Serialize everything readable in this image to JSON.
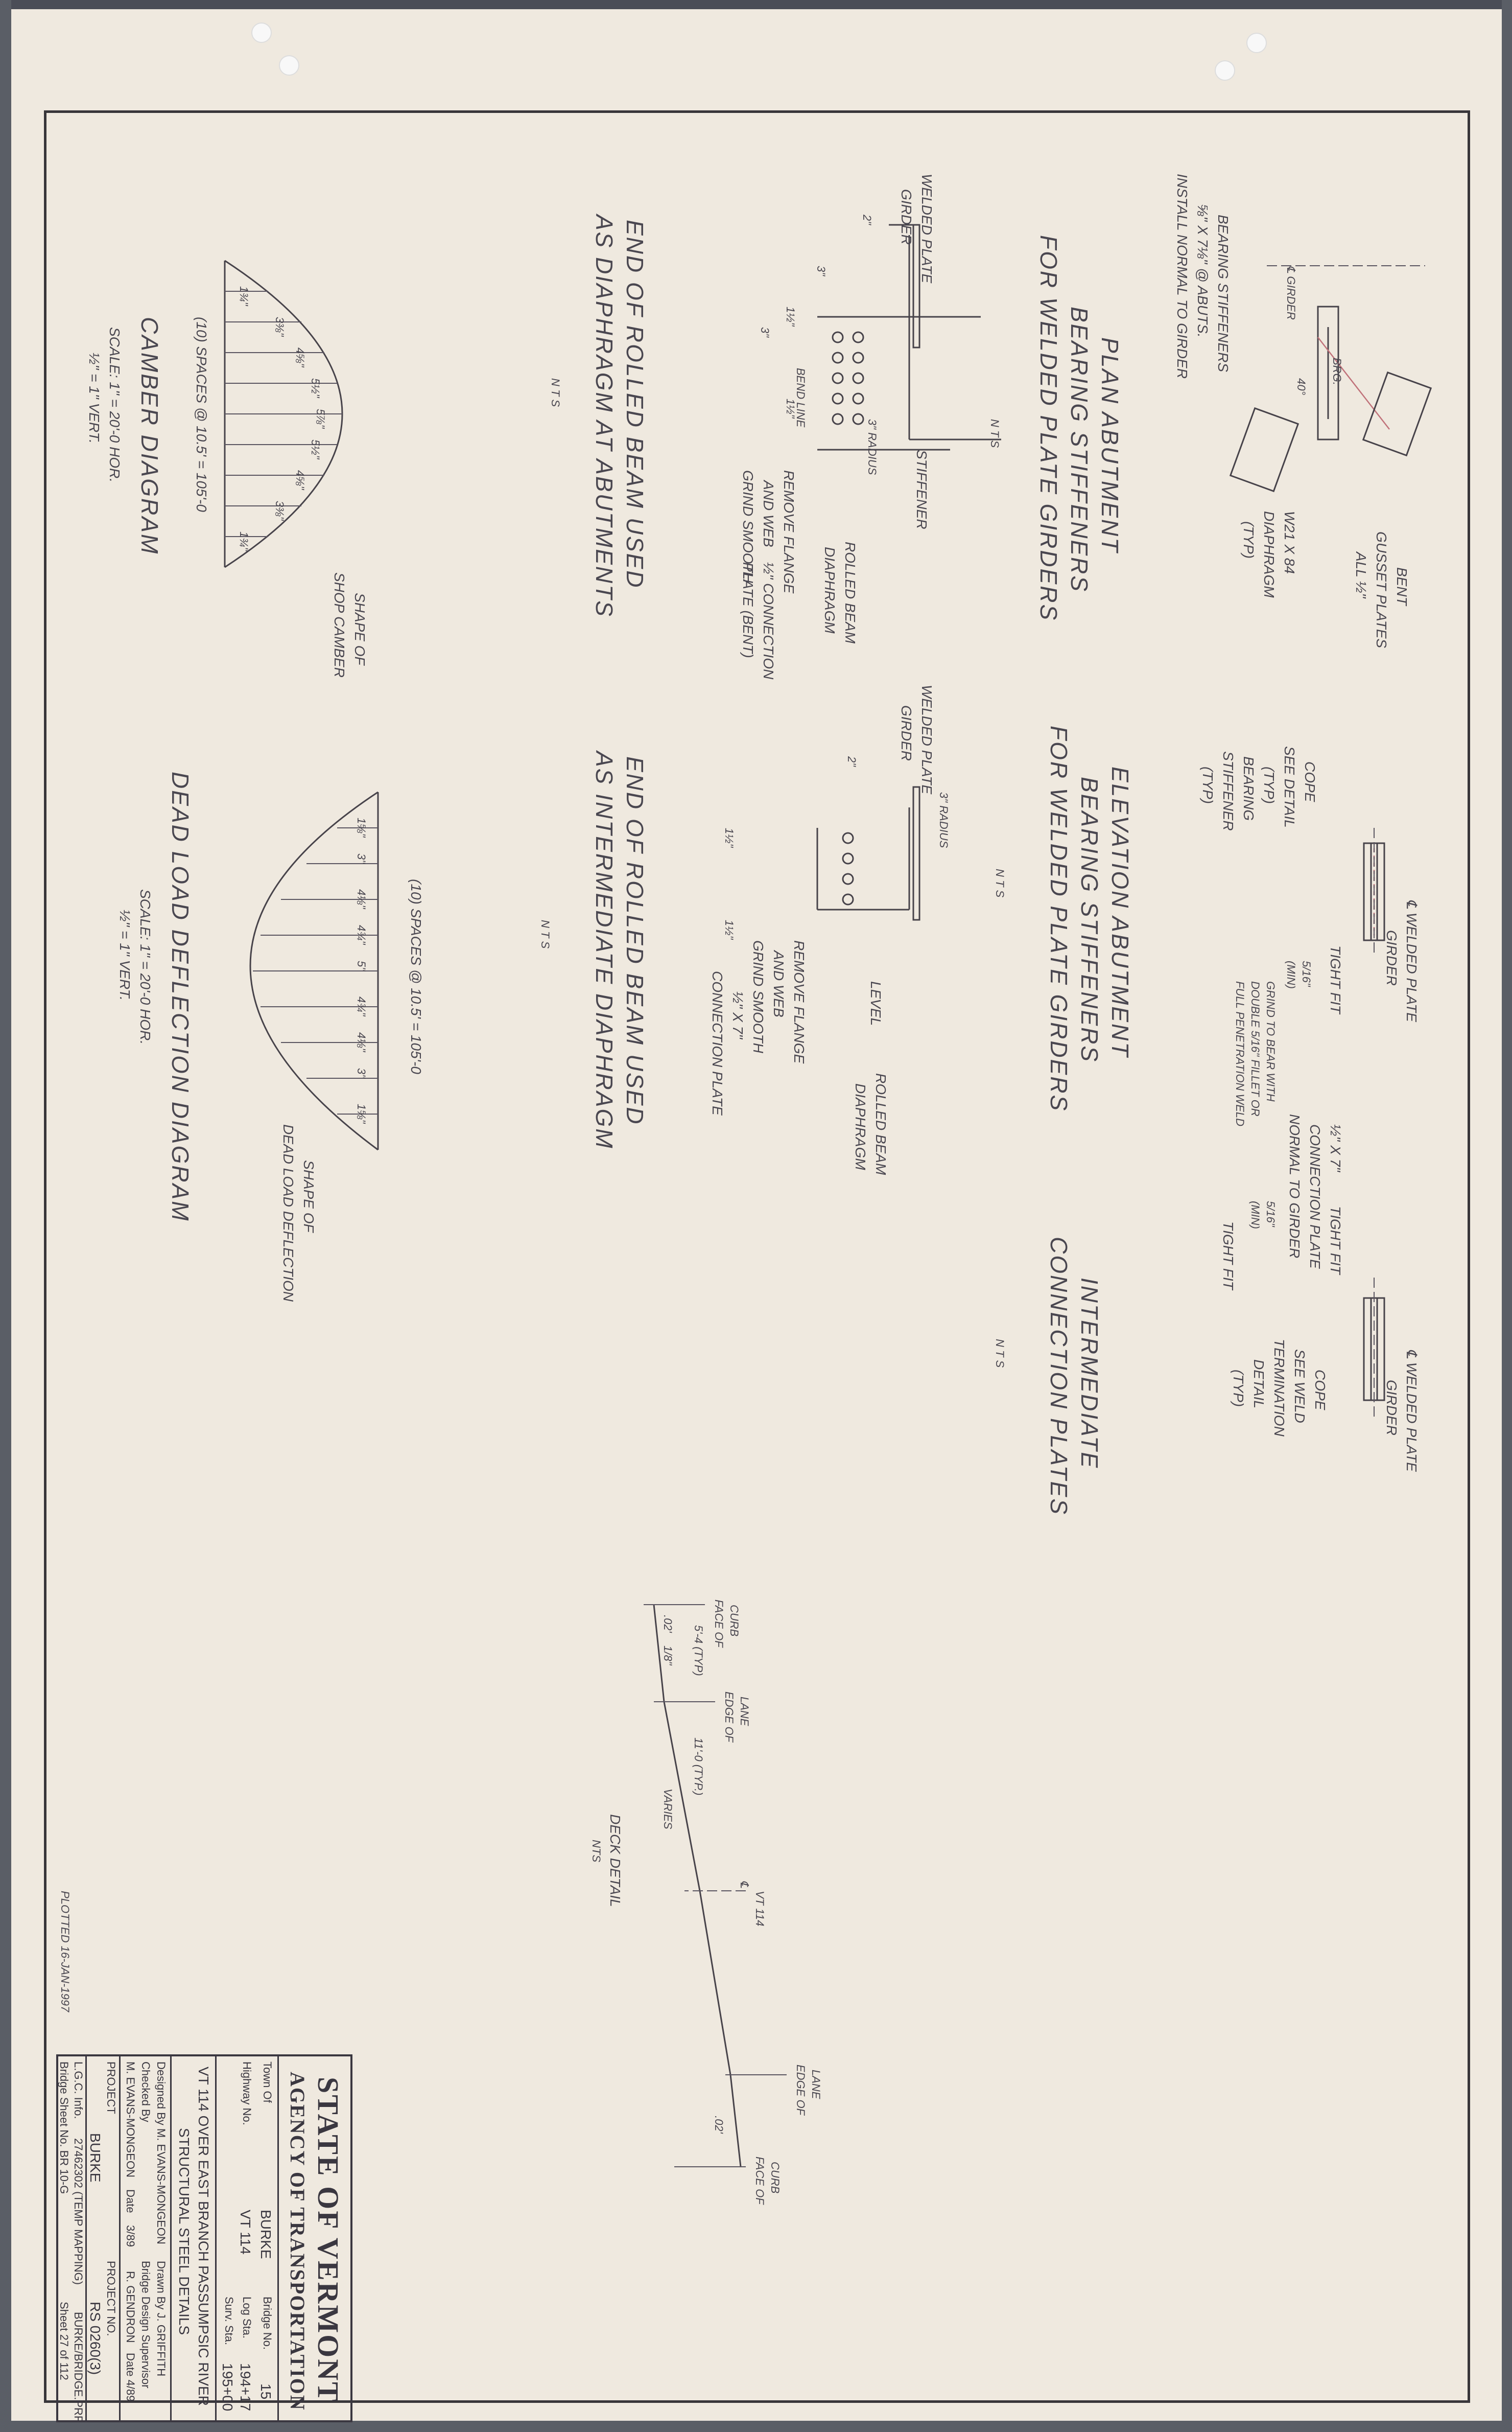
{
  "sheet": {
    "plotted": "PLOTTED 16-JAN-1997"
  },
  "details": {
    "plan_abutment": {
      "title1": "PLAN ABUTMENT",
      "title2": "BEARING STIFFENERS",
      "title3": "FOR WELDED PLATE GIRDERS",
      "nts": "N T S",
      "labels": [
        "BEARING STIFFENERS",
        "⅝\" X 7⅛\" @ ABUTS.",
        "INSTALL NORMAL TO GIRDER",
        "℄ GIRDER",
        "BRG.",
        "40°",
        "BENT",
        "GUSSET PLATES",
        "ALL ½\"",
        "W21 X 84",
        "DIAPHRAGM",
        "(TYP)"
      ]
    },
    "elevation_abutment": {
      "title1": "ELEVATION ABUTMENT",
      "title2": "BEARING STIFFENERS",
      "title3": "FOR WELDED PLATE GIRDERS",
      "nts": "N T S",
      "labels": [
        "COPE",
        "SEE DETAIL",
        "(TYP)",
        "BEARING",
        "STIFFENER",
        "(TYP)",
        "℄ WELDED PLATE",
        "GIRDER",
        "TIGHT FIT",
        "5/16\"",
        "(MIN)",
        "GRIND TO BEAR WITH",
        "DOUBLE 5/16\" FILLET OR",
        "FULL PENETRATION WELD"
      ]
    },
    "intermediate": {
      "title1": "INTERMEDIATE",
      "title2": "CONNECTION PLATES",
      "nts": "N T S",
      "labels": [
        "½\" X 7\"",
        "CONNECTION PLATE",
        "NORMAL TO GIRDER",
        "5/16\"",
        "(MIN)",
        "TIGHT FIT",
        "TIGHT FIT",
        "COPE",
        "SEE WELD",
        "TERMINATION",
        "DETAIL",
        "(TYP)",
        "℄ WELDED PLATE",
        "GIRDER"
      ]
    },
    "end_abutments": {
      "title1": "END OF ROLLED BEAM USED",
      "title2": "AS DIAPHRAGM AT ABUTMENTS",
      "nts": "N T S",
      "labels": [
        "WELDED PLATE",
        "GIRDER",
        "STIFFENER",
        "2\"",
        "3\"",
        "1½\"",
        "1½\"",
        "3\"",
        "BEND LINE",
        "3\" RADIUS",
        "REMOVE FLANGE",
        "AND WEB",
        "GRIND SMOOTH",
        "½\" CONNECTION",
        "PLATE (BENT)",
        "ROLLED BEAM",
        "DIAPHRAGM"
      ]
    },
    "end_intermediate": {
      "title1": "END OF ROLLED BEAM USED",
      "title2": "AS INTERMEDIATE DIAPHRAGM",
      "nts": "N T S",
      "labels": [
        "WELDED PLATE",
        "GIRDER",
        "2\"",
        "3\" RADIUS",
        "1½\"",
        "1½\"",
        "LEVEL",
        "REMOVE FLANGE",
        "AND WEB",
        "GRIND SMOOTH",
        "½\" X 7\"",
        "CONNECTION PLATE",
        "ROLLED BEAM",
        "DIAPHRAGM"
      ]
    },
    "camber": {
      "title": "CAMBER DIAGRAM",
      "scale1": "SCALE: 1\" = 20'-0 HOR.",
      "scale2": "½\" = 1\" VERT.",
      "spaces": "(10) SPACES @ 10.5' = 105'-0",
      "shape": "SHAPE OF",
      "shape2": "SHOP CAMBER",
      "values": [
        "1¾\"",
        "3⅜\"",
        "4⅝\"",
        "5½\"",
        "5⅞\"",
        "5½\"",
        "4⅝\"",
        "3⅜\"",
        "1¾\""
      ]
    },
    "deflection": {
      "title": "DEAD LOAD DEFLECTION DIAGRAM",
      "scale1": "SCALE: 1\" = 20'-0 HOR.",
      "scale2": "½\" = 1\" VERT.",
      "spaces": "(10) SPACES @ 10.5' = 105'-0",
      "shape": "SHAPE OF",
      "shape2": "DEAD LOAD DEFLECTION",
      "values": [
        "1⅝\"",
        "3\"",
        "4⅛\"",
        "4¾\"",
        "5\"",
        "4¾\"",
        "4⅛\"",
        "3\"",
        "1⅝\""
      ]
    },
    "deck": {
      "title": "DECK DETAIL",
      "nts": "NTS",
      "labels": [
        "FACE OF",
        "CURB",
        "5'-4 (TYP)",
        "EDGE OF",
        "LANE",
        "11'-0 (TYP.)",
        "VARIES",
        "℄",
        "VT 114",
        "EDGE OF",
        "LANE",
        "FACE OF",
        "CURB",
        ".02'",
        "1/8\"",
        ".02'"
      ]
    }
  },
  "title_block": {
    "state": "STATE OF VERMONT",
    "agency": "AGENCY OF TRANSPORTATION",
    "town_label": "Town Of",
    "town": "BURKE",
    "bridge_label": "Bridge No.",
    "bridge": "15",
    "hwy_label": "Highway No.",
    "hwy": "VT 114",
    "log_label": "Log Sta.",
    "log": "194+17",
    "surv_label": "Surv. Sta.",
    "surv": "195+00",
    "desc": "VT 114 OVER EAST BRANCH PASSUMPSIC RIVER",
    "sheet_title": "STRUCTURAL STEEL DETAILS",
    "designed": "Designed By  M. EVANS-MONGEON",
    "drawn": "Drawn By  J. GRIFFITH",
    "checked": "Checked By",
    "supervisor": "Bridge Design Supervisor",
    "checker": "M. EVANS-MONGEON",
    "date_label": "Date",
    "date1": "3/89",
    "super_name": "R. GENDRON",
    "date2": "Date  4/89",
    "project_label": "PROJECT",
    "project_no_label": "PROJECT NO.",
    "project": "BURKE",
    "project_no": "RS 0260(3)",
    "lgc": "L.G.C. Info.",
    "lgc_val": "27462302 (TEMP MAPPING)",
    "file": "BURKE/BRIDGE.PRF",
    "bridge_sheet": "Bridge Sheet No. BR 10-G",
    "sheet": "Sheet 27 of 112"
  }
}
